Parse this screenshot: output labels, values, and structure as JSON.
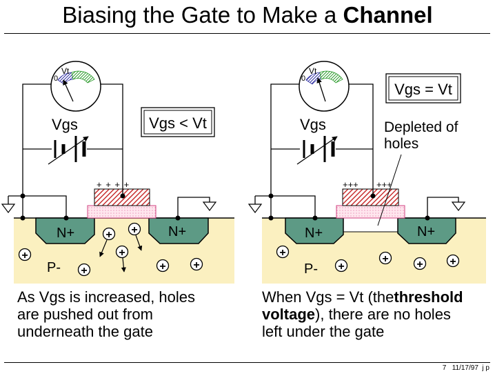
{
  "title": {
    "prefix": "Biasing the Gate to Make a ",
    "bold": "Channel"
  },
  "left": {
    "meter_zero": "0",
    "meter_vt": "Vt",
    "vgs_label": "Vgs",
    "condition": "Vgs < Vt",
    "gate_charges": "+ + + +",
    "source_label": "N+",
    "drain_label": "N+",
    "substrate_label": "P-",
    "hole_symbol": "+",
    "caption_lines": [
      "As Vgs is increased, holes",
      "are pushed out from",
      "underneath the gate"
    ]
  },
  "right": {
    "meter_zero": "0",
    "meter_vt": "Vt",
    "vgs_label": "Vgs",
    "condition": "Vgs = Vt",
    "gate_charges_left": "+++",
    "gate_charges_right": "+++",
    "depleted_line1": "Depleted of",
    "depleted_line2": "holes",
    "source_label": "N+",
    "drain_label": "N+",
    "substrate_label": "P-",
    "hole_symbol": "+",
    "caption_line1_a": "When Vgs = Vt (the",
    "caption_line1_b": "threshold",
    "caption_line2_a": "voltage",
    "caption_line2_b": "), there are no holes",
    "caption_line3": "left under the gate"
  },
  "footer": "7   11/17/97  j p",
  "colors": {
    "substrate": "#fbf0c0",
    "diffusion": "#5d9a85",
    "gate_hatch": "#c83030",
    "oxide": "#ffd0e0",
    "meter_green": "#2a9a2a",
    "meter_blue": "#2a2aa0"
  }
}
